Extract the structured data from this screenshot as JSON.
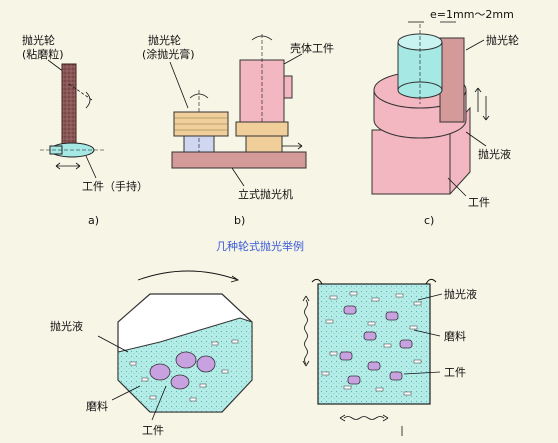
{
  "panel_a": {
    "wheel_label_1": "抛光轮",
    "wheel_label_2": "(粘磨粒)",
    "work_label": "工件（手持）",
    "sub": "a)"
  },
  "panel_b": {
    "wheel_label_1": "抛光轮",
    "wheel_label_2": "(涂抛光膏)",
    "work_label": "壳体工件",
    "machine_label": "立式抛光机",
    "sub": "b)"
  },
  "panel_c": {
    "gap_label": "e=1mm～2mm",
    "wheel_label": "抛光轮",
    "fluid_label": "抛光液",
    "work_label": "工件",
    "sub": "c)"
  },
  "caption": "几种轮式抛光举例",
  "barrel": {
    "fluid_label": "抛光液",
    "abrasive_label": "磨料",
    "work_label": "工件"
  },
  "vibratory": {
    "fluid_label": "抛光液",
    "abrasive_label": "磨料",
    "work_label": "工件"
  },
  "colors": {
    "wheel": "#7a4a4a",
    "pink": "#f3b7c2",
    "fluid": "#a6e8e4",
    "base": "#d49a9a",
    "caption": "#3a5bd8"
  }
}
